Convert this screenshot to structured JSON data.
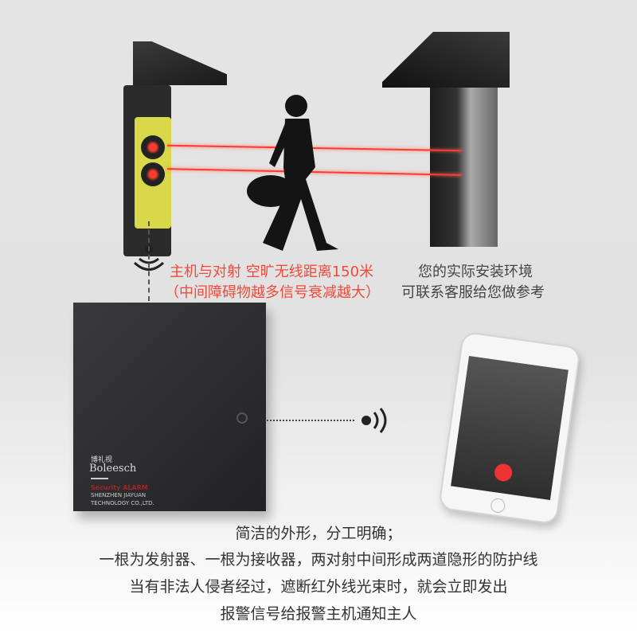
{
  "caption_left": {
    "line1": "主机与对射  空旷无线距离150米",
    "line2": "（中间障碍物越多信号衰减越大）"
  },
  "caption_right": {
    "line1": "您的实际安装环境",
    "line2": "可联系客服给您做参考"
  },
  "control_box": {
    "brand_cn": "博礼视",
    "brand_en": "Boleesch",
    "product": "Security ALARM",
    "company_line1": "SHENZHEN JIAYUAN",
    "company_line2": "TECHNOLOGY CO.,LTD."
  },
  "description": [
    "简洁的外形，分工明确；",
    "一根为发射器、一根为接收器，两对射中间形成两道隐形的防护线",
    "当有非法人侵者经过，遮断红外线光束时，就会立即发出",
    "报警信号给报警主机通知主人"
  ],
  "colors": {
    "accent_red": "#ef4a3c",
    "box": "#2c2c2e"
  }
}
